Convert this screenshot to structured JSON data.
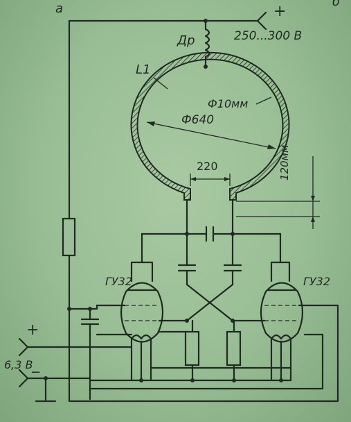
{
  "terminal_a": "а",
  "terminal_b": "б",
  "plus_supply_symbol": "+",
  "supply_voltage": "250...300 В",
  "choke_label": "Др",
  "loop_label": "L1",
  "wire_diameter": "Ф10мм",
  "loop_diameter": "Ф640",
  "gap_width": "220",
  "lead_length": "120мм",
  "tube_left": "ГУ32",
  "tube_right": "ГУ32",
  "filament_plus": "+",
  "filament_minus": "−",
  "filament_voltage": "6,3 В",
  "colors": {
    "background": "#98bd94",
    "ink": "#1f2a20"
  }
}
